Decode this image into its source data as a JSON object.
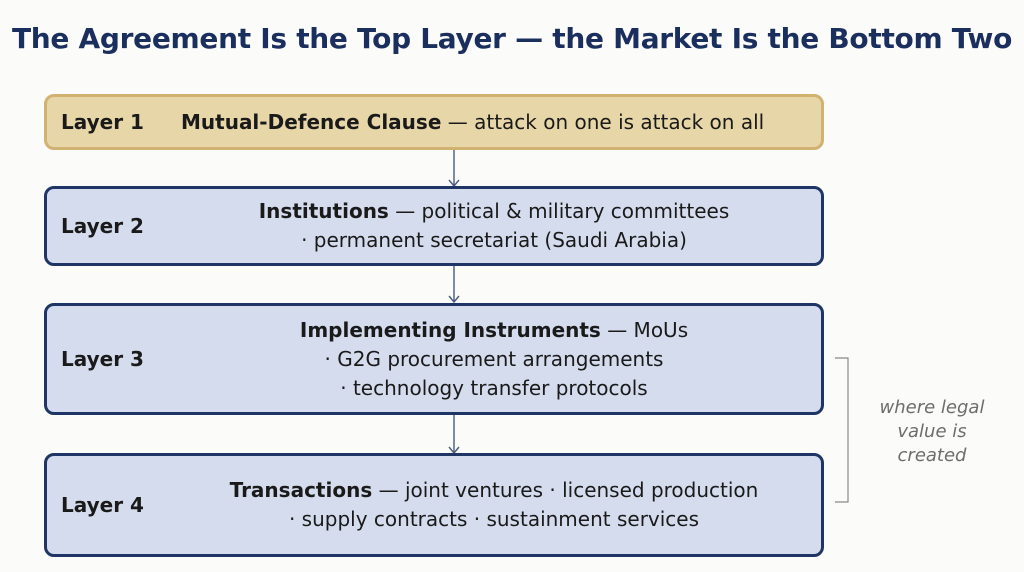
{
  "title": "The Agreement Is the Top Layer — the Market Is the Bottom Two",
  "layers": [
    {
      "label": "Layer 1",
      "lines": [
        {
          "head": "Mutual-Defence Clause",
          "text": " — attack on one is attack on all"
        }
      ]
    },
    {
      "label": "Layer 2",
      "lines": [
        {
          "head": "Institutions",
          "text": " — political & military committees"
        },
        {
          "head": "",
          "text": "· permanent secretariat (Saudi Arabia)"
        }
      ]
    },
    {
      "label": "Layer 3",
      "lines": [
        {
          "head": "Implementing Instruments",
          "text": " — MoUs"
        },
        {
          "head": "",
          "text": "· G2G procurement arrangements"
        },
        {
          "head": "",
          "text": "· technology transfer protocols"
        }
      ]
    },
    {
      "label": "Layer 4",
      "lines": [
        {
          "head": "Transactions",
          "text": " — joint ventures · licensed production"
        },
        {
          "head": "",
          "text": "· supply contracts · sustainment services"
        }
      ]
    }
  ],
  "annotation": {
    "line1": "where legal",
    "line2": "value is created"
  },
  "colors": {
    "title": "#1b2f5e",
    "box_fill": "#d5dcee",
    "box_border": "#1f3566",
    "top_fill": "#e7d6a8",
    "top_border": "#d1b271",
    "annotation": "#6d6d6d"
  }
}
